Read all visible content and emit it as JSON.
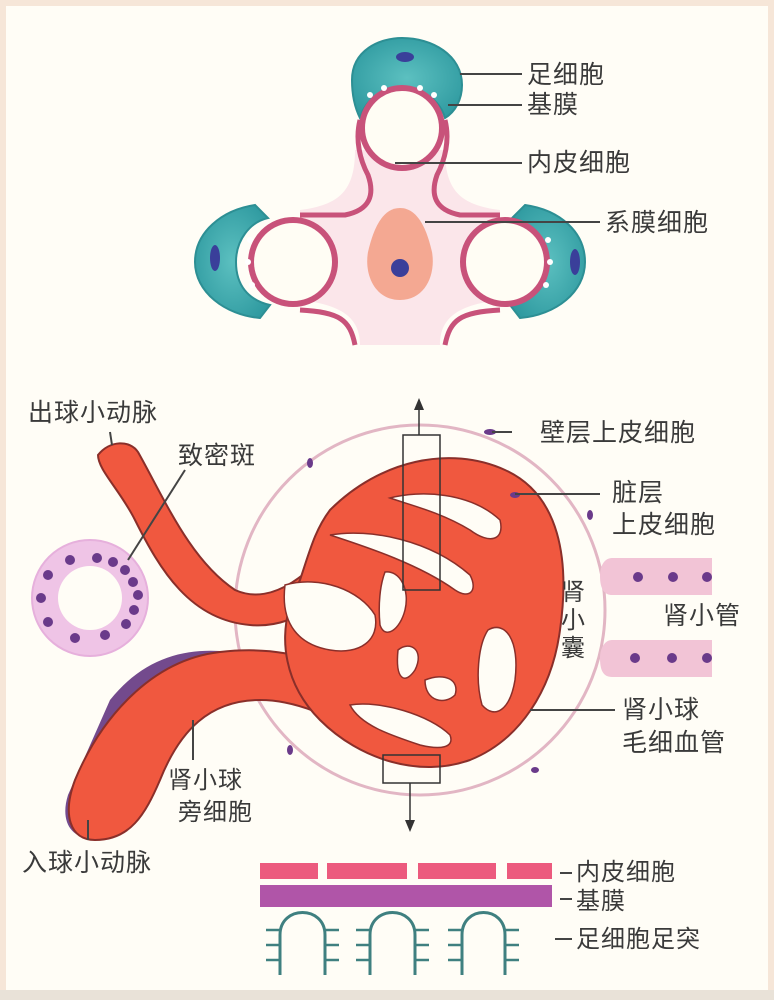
{
  "figure": {
    "title": "",
    "top_panel": {
      "name": "glomerular-capillary-cross-section",
      "labels": {
        "podocyte": "足细胞",
        "basement_membrane": "基膜",
        "endothelial_cell": "内皮细胞",
        "mesangial_cell": "系膜细胞"
      }
    },
    "middle_panel": {
      "name": "renal-corpuscle",
      "labels": {
        "efferent_arteriole": "出球小动脉",
        "macula_densa": "致密斑",
        "parietal_epithelial_cell": "壁层上皮细胞",
        "visceral_epithelial_cell_line1": "脏层",
        "visceral_epithelial_cell_line2": "上皮细胞",
        "renal_capsule": "肾小囊",
        "renal_tubule": "肾小管",
        "glomerular_capillary_line1": "肾小球",
        "glomerular_capillary_line2": "毛细血管",
        "juxtaglomerular_cell_line1": "肾小球",
        "juxtaglomerular_cell_line2": "旁细胞",
        "afferent_arteriole": "入球小动脉"
      }
    },
    "bottom_panel": {
      "name": "filtration-barrier",
      "labels": {
        "endothelial_cell": "内皮细胞",
        "basement_membrane": "基膜",
        "podocyte_foot_process": "足细胞足突"
      }
    },
    "colors": {
      "podocyte": "#3aa6a8",
      "podocyte_nucleus": "#3a3f9a",
      "capillary_wall": "#c8527a",
      "mesangial": "#f0a28a",
      "vessel": "#f0583f",
      "vessel_outline": "#8a2f2a",
      "capsule": "#e6c0c8",
      "tubule": "#f2c4d6",
      "nucleus_dot": "#6a3a8a",
      "endothelium_band": "#ec5a7e",
      "basement_band": "#b055a8",
      "foot_process": "#3f8080",
      "label_text": "#3a3a3a"
    }
  }
}
